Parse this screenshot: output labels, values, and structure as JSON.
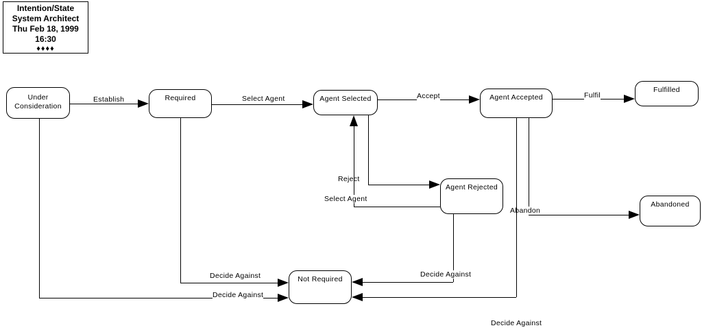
{
  "title_block": {
    "lines": [
      "Intention/State",
      "System Architect",
      "Thu Feb 18, 1999",
      "16:30"
    ],
    "diamonds": "♦♦♦♦"
  },
  "states": [
    {
      "id": "under-consideration",
      "label": "Under Consideration"
    },
    {
      "id": "required",
      "label": "Required"
    },
    {
      "id": "agent-selected",
      "label": "Agent Selected"
    },
    {
      "id": "agent-accepted",
      "label": "Agent Accepted"
    },
    {
      "id": "fulfilled",
      "label": "Fulfilled"
    },
    {
      "id": "agent-rejected",
      "label": "Agent Rejected"
    },
    {
      "id": "abandoned",
      "label": "Abandoned"
    },
    {
      "id": "not-required",
      "label": "Not Required"
    }
  ],
  "transitions": [
    {
      "label": "Establish",
      "from": "Under Consideration",
      "to": "Required"
    },
    {
      "label": "Select Agent",
      "from": "Required",
      "to": "Agent Selected"
    },
    {
      "label": "Accept",
      "from": "Agent Selected",
      "to": "Agent Accepted"
    },
    {
      "label": "Fulfil",
      "from": "Agent Accepted",
      "to": "Fulfilled"
    },
    {
      "label": "Reject",
      "from": "Agent Selected",
      "to": "Agent Rejected"
    },
    {
      "label": "Select Agent",
      "from": "Agent Rejected",
      "to": "Agent Selected"
    },
    {
      "label": "Abandon",
      "from": "Agent Accepted",
      "to": "Abandoned"
    },
    {
      "label": "Decide Against",
      "from": "Required",
      "to": "Not Required"
    },
    {
      "label": "Decide Against",
      "from": "Under Consideration",
      "to": "Not Required"
    },
    {
      "label": "Decide Against",
      "from": "Agent Rejected",
      "to": "Not Required"
    },
    {
      "label": "Decide Against",
      "from": "Agent Accepted",
      "to": "Not Required"
    }
  ],
  "colors": {
    "line": "#000000",
    "background": "#ffffff",
    "text": "#000000"
  }
}
